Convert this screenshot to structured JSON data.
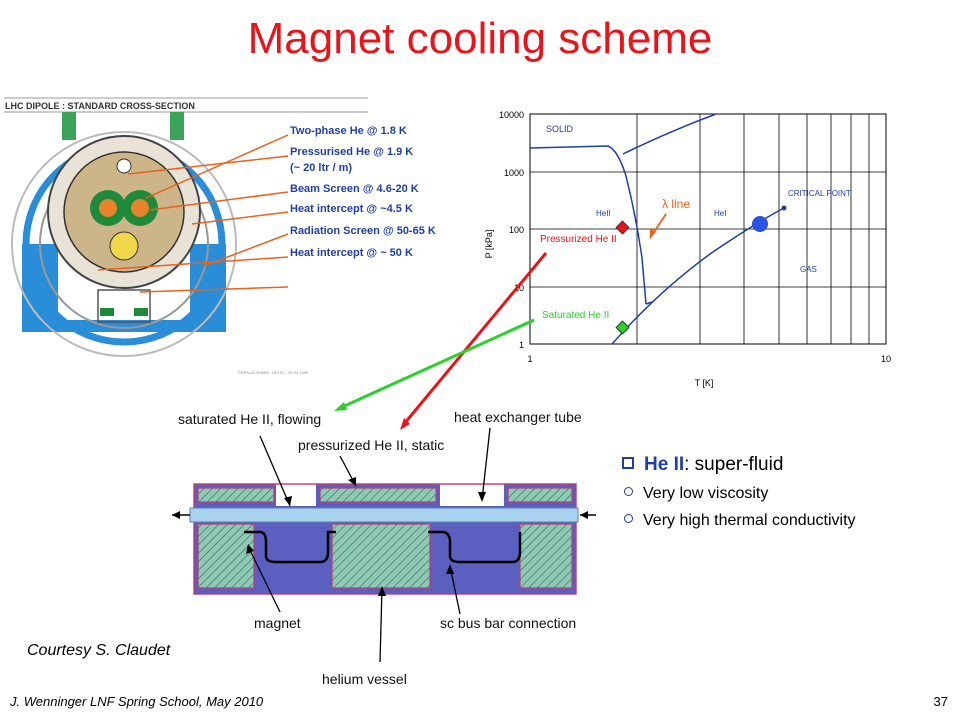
{
  "title": "Magnet cooling scheme",
  "dipole": {
    "header": "LHC DIPOLE : STANDARD CROSS-SECTION",
    "labels": [
      "Two-phase He @ 1.8 K",
      "Pressurised He @ 1.9 K",
      "(~ 20 ltr / m)",
      "Beam Screen @ 4.6-20 K",
      "Heat intercept @ ~4.5 K",
      "Radiation Screen @ 50-65 K",
      "Heat intercept @ ~ 50 K"
    ],
    "credit": "CERN AC/DI/MM - HE107 - 30 04 1999"
  },
  "phase_diagram": {
    "ylabel": "P [kPa]",
    "xlabel": "T [K]",
    "y_ticks": [
      "10000",
      "1000",
      "100",
      "10",
      "1"
    ],
    "x_ticks": [
      "1",
      "10"
    ],
    "regions": {
      "solid": "SOLID",
      "heii": "HeII",
      "hei": "HeI",
      "gas": "GAS",
      "critical": "CRITICAL POINT"
    },
    "lambda_label": "λ line",
    "pressurized_label": "Pressurized He II",
    "saturated_label": "Saturated He II",
    "colors": {
      "pressurized": "#e8141b",
      "saturated": "#2bd12b",
      "curve": "#1f3fa8"
    }
  },
  "schematic": {
    "labels": {
      "sat_flow": "saturated He II, flowing",
      "pres_static": "pressurized He II, static",
      "hx_tube": "heat exchanger tube",
      "magnet": "magnet",
      "busbar": "sc bus bar connection",
      "vessel": "helium vessel"
    }
  },
  "bullets": {
    "main_bold": "He II",
    "main_rest": ": super-fluid",
    "items": [
      "Very low viscosity",
      "Very high thermal conductivity"
    ]
  },
  "courtesy": "Courtesy S. Claudet",
  "footer": "J. Wenninger LNF Spring School, May 2010",
  "page_number": "37"
}
